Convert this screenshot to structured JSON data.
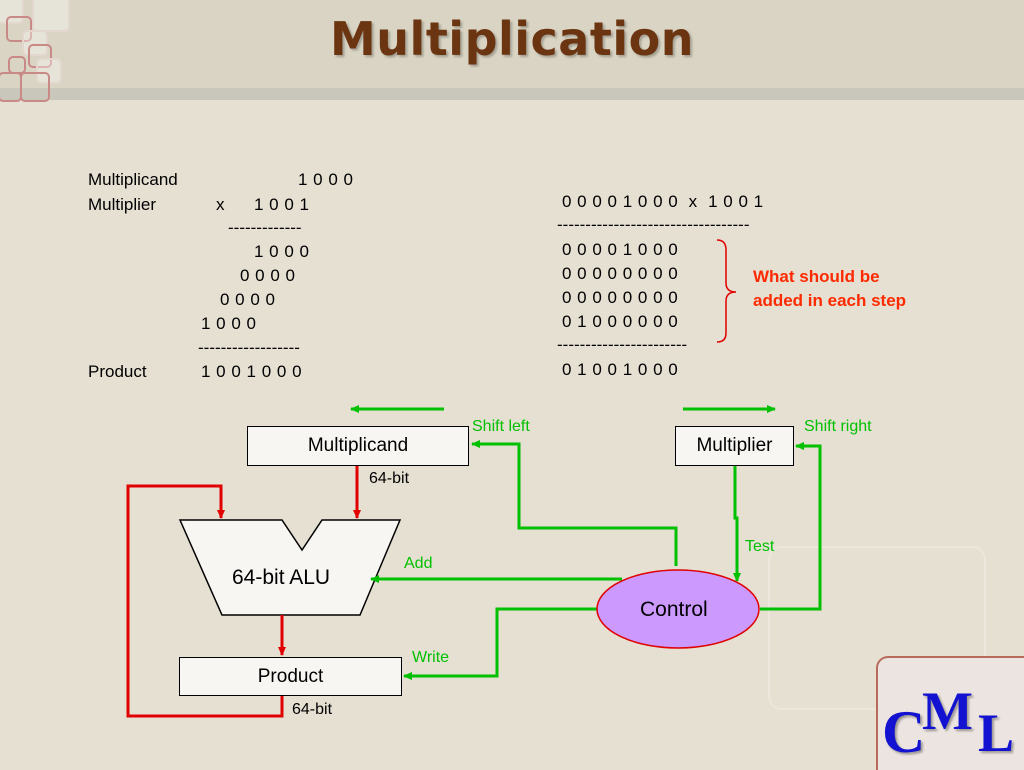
{
  "slide": {
    "title": "Multiplication"
  },
  "long_multiplication": {
    "multiplicand_label": "Multiplicand",
    "multiplicand_value": "1 0 0 0",
    "multiplier_label": "Multiplier",
    "times_sign": "x",
    "multiplier_value": "1 0 0 1",
    "rule_top": "-------------",
    "partials": [
      "1 0 0 0",
      "0 0 0 0",
      "0 0 0 0",
      "1 0 0 0"
    ],
    "rule_bottom": "------------------",
    "product_label": "Product",
    "product_value": "1 0 0 1 0 0 0"
  },
  "binary_example": {
    "header": "0 0 0 0 1 0 0 0  x  1 0 0 1",
    "rule_top": "----------------------------------",
    "steps": [
      "0 0 0 0 1 0 0 0",
      "0 0 0 0 0 0 0 0",
      "0 0 0 0 0 0 0 0",
      "0 1 0 0 0 0 0 0"
    ],
    "rule_bottom": "-----------------------",
    "result": "0 1 0 0 1 0 0 0",
    "note": "What should be\nadded in each step"
  },
  "datapath": {
    "multiplicand_box": "Multiplicand",
    "multiplier_box": "Multiplier",
    "alu_label": "64-bit ALU",
    "product_box": "Product",
    "control_label": "Control",
    "shift_left": "Shift left",
    "shift_right": "Shift right",
    "multiplicand_width": "64-bit",
    "product_width": "64-bit",
    "test_label": "Test",
    "add_label": "Add",
    "write_label": "Write"
  },
  "logo": {
    "c": "C",
    "m": "M",
    "l": "L"
  },
  "colors": {
    "title": "#6b3511",
    "note": "#ff2a00",
    "control_signal": "#00c000",
    "data_path": "#e00000",
    "control_fill": "#cc99ff",
    "logo": "#1212d0"
  }
}
